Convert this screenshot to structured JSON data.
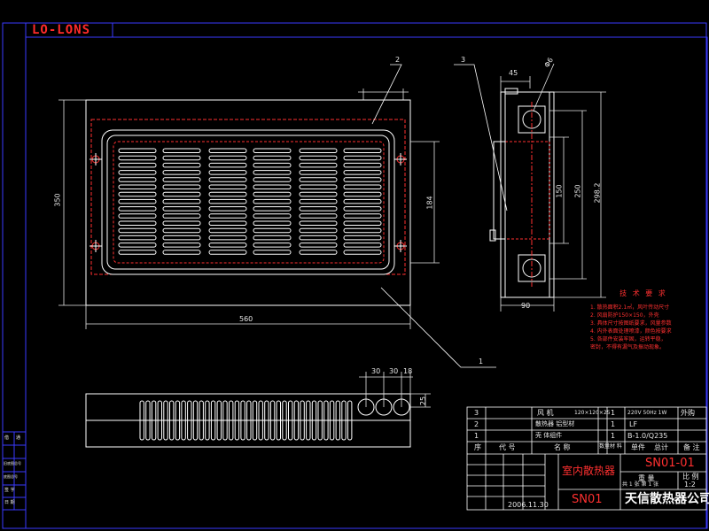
{
  "drawing": {
    "code_label": "LO-LONS",
    "colors": {
      "background": "#000000",
      "frame": "#3a3aff",
      "outline": "#ffffff",
      "hidden": "#ff3030",
      "dimension": "#e6e6e6",
      "leader": "#ffffff"
    },
    "callouts": {
      "a": "2",
      "b": "3",
      "c": "1"
    },
    "front_dims": {
      "width": "560",
      "height": "350",
      "inner": "184"
    },
    "side_dims": {
      "top": "45",
      "small": "Φ6",
      "d1": "150",
      "d2": "250",
      "d3": "298.2",
      "bottom": "90"
    },
    "bottom_dims": {
      "a": "30",
      "b": "30",
      "c": "18",
      "h": "25"
    },
    "tech_notes": {
      "title": "技 术 要 求",
      "items": [
        "1. 散热面积2.1㎡，风叶传动尺寸",
        "2. 风扇防护150×150，外壳",
        "3. 具体尺寸按图纸要求，风量参数",
        "4. 内外表面处理喷漆，颜色按要求",
        "5. 各部件安装牢固，运转平稳，",
        "   密封，不得有漏气及振动现象。"
      ]
    }
  },
  "title_block": {
    "parts": [
      {
        "no": "3",
        "name": "风 机",
        "spec": "120×120×25",
        "qty": "1",
        "extra": "220V 50Hz 1W",
        "note": "外购"
      },
      {
        "no": "2",
        "name": "散热器 铝型材",
        "spec": "",
        "qty": "1",
        "extra": "LF",
        "note": ""
      },
      {
        "no": "1",
        "name": "壳 体组件",
        "spec": "",
        "qty": "1",
        "extra": "B-1.0/Q235",
        "note": ""
      }
    ],
    "headers": [
      "序",
      "代 号",
      "名 称",
      "数量",
      "材 料",
      "单件",
      "总计",
      "备 注"
    ],
    "product_name": "室内散热器",
    "drawing_no": "SN01-01",
    "model": "SN01",
    "company": "天信散热器公司",
    "scale_label": "比 例",
    "scale": "1:2",
    "date": "2006.11.30",
    "sheet": "共 1 张 第 1 张",
    "weight_label": "重 量"
  },
  "left_strip": [
    "借",
    "通",
    "旧底图总号",
    "底图总号",
    "签 字",
    "日 期"
  ]
}
